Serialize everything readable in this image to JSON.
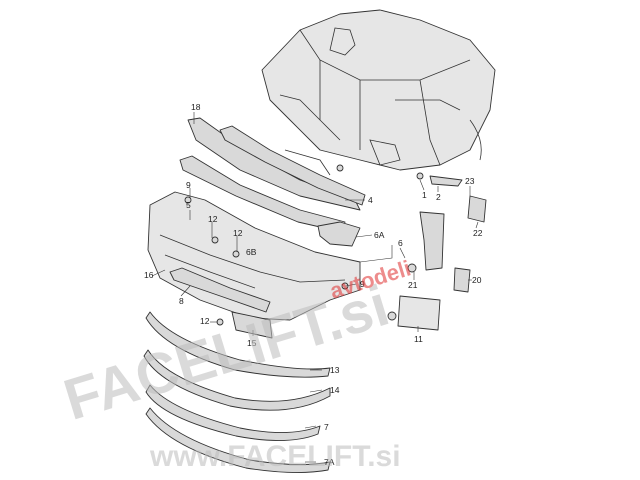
{
  "watermark": {
    "brand_main": "FACELIFT.si",
    "brand_sub": "avtodeli",
    "brand_url": "www.FACELIFT.si",
    "main_color": "#bdbdbd",
    "sub_color": "#e03030"
  },
  "callouts": {
    "c1": "1",
    "c2": "2",
    "c4": "4",
    "c5": "5",
    "c6": "6",
    "c6A": "6A",
    "c6B": "6B",
    "c7": "7",
    "c7A": "7A",
    "c8": "8",
    "c9a": "9",
    "c9b": "9",
    "c11": "11",
    "c12a": "12",
    "c12b": "12",
    "c12c": "12",
    "c13": "13",
    "c14": "14",
    "c15": "15",
    "c16": "16",
    "c18": "18",
    "c20": "20",
    "c21": "21",
    "c22": "22",
    "c23": "23"
  }
}
